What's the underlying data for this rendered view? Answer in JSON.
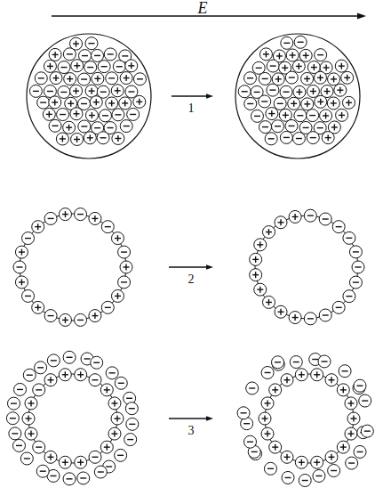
{
  "diagram": {
    "labels": [
      "E",
      "1",
      "2",
      "3"
    ]
  }
}
